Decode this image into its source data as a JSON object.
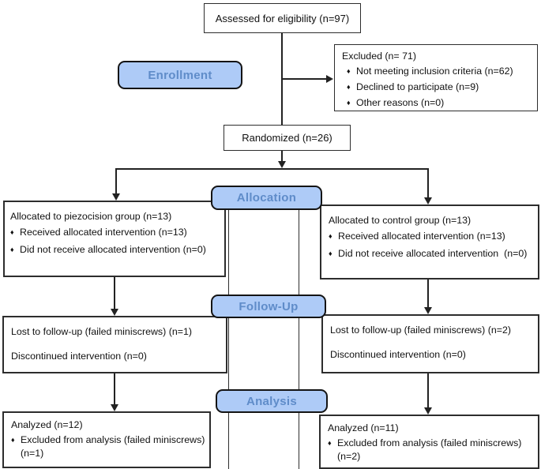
{
  "labels": {
    "enrollment": "Enrollment",
    "allocation": "Allocation",
    "followup": "Follow-Up",
    "analysis": "Analysis"
  },
  "bullet_glyph": "♦",
  "boxes": {
    "assessed": {
      "text": "Assessed for eligibility (n=97)"
    },
    "excluded": {
      "title": "Excluded (n= 71)",
      "items": [
        "Not meeting inclusion criteria (n=62)",
        "Declined to participate (n=9)",
        "Other reasons (n=0)"
      ]
    },
    "randomized": {
      "text": "Randomized (n=26)"
    },
    "alloc_left": {
      "title": "Allocated to piezocision group (n=13)",
      "items": [
        "Received allocated intervention (n=13)",
        "Did not receive allocated intervention (n=0)"
      ]
    },
    "alloc_right": {
      "title": "Allocated to control group (n=13)",
      "items": [
        "Received allocated intervention (n=13)",
        "Did not receive allocated intervention  (n=0)"
      ]
    },
    "followup_left": {
      "line1": "Lost to follow-up (failed miniscrews) (n=1)",
      "line2": "Discontinued intervention (n=0)"
    },
    "followup_right": {
      "line1": "Lost to follow-up (failed miniscrews) (n=2)",
      "line2": "Discontinued intervention (n=0)"
    },
    "analysis_left": {
      "title": "Analyzed (n=12)",
      "items": [
        "Excluded from analysis (failed miniscrews)\n(n=1)"
      ]
    },
    "analysis_right": {
      "title": "Analyzed (n=11)",
      "items": [
        "Excluded from analysis (failed miniscrews)\n(n=2)"
      ]
    }
  },
  "colors": {
    "label_bg": "#aecbf7",
    "label_text": "#5f8cc9",
    "line": "#222222"
  }
}
